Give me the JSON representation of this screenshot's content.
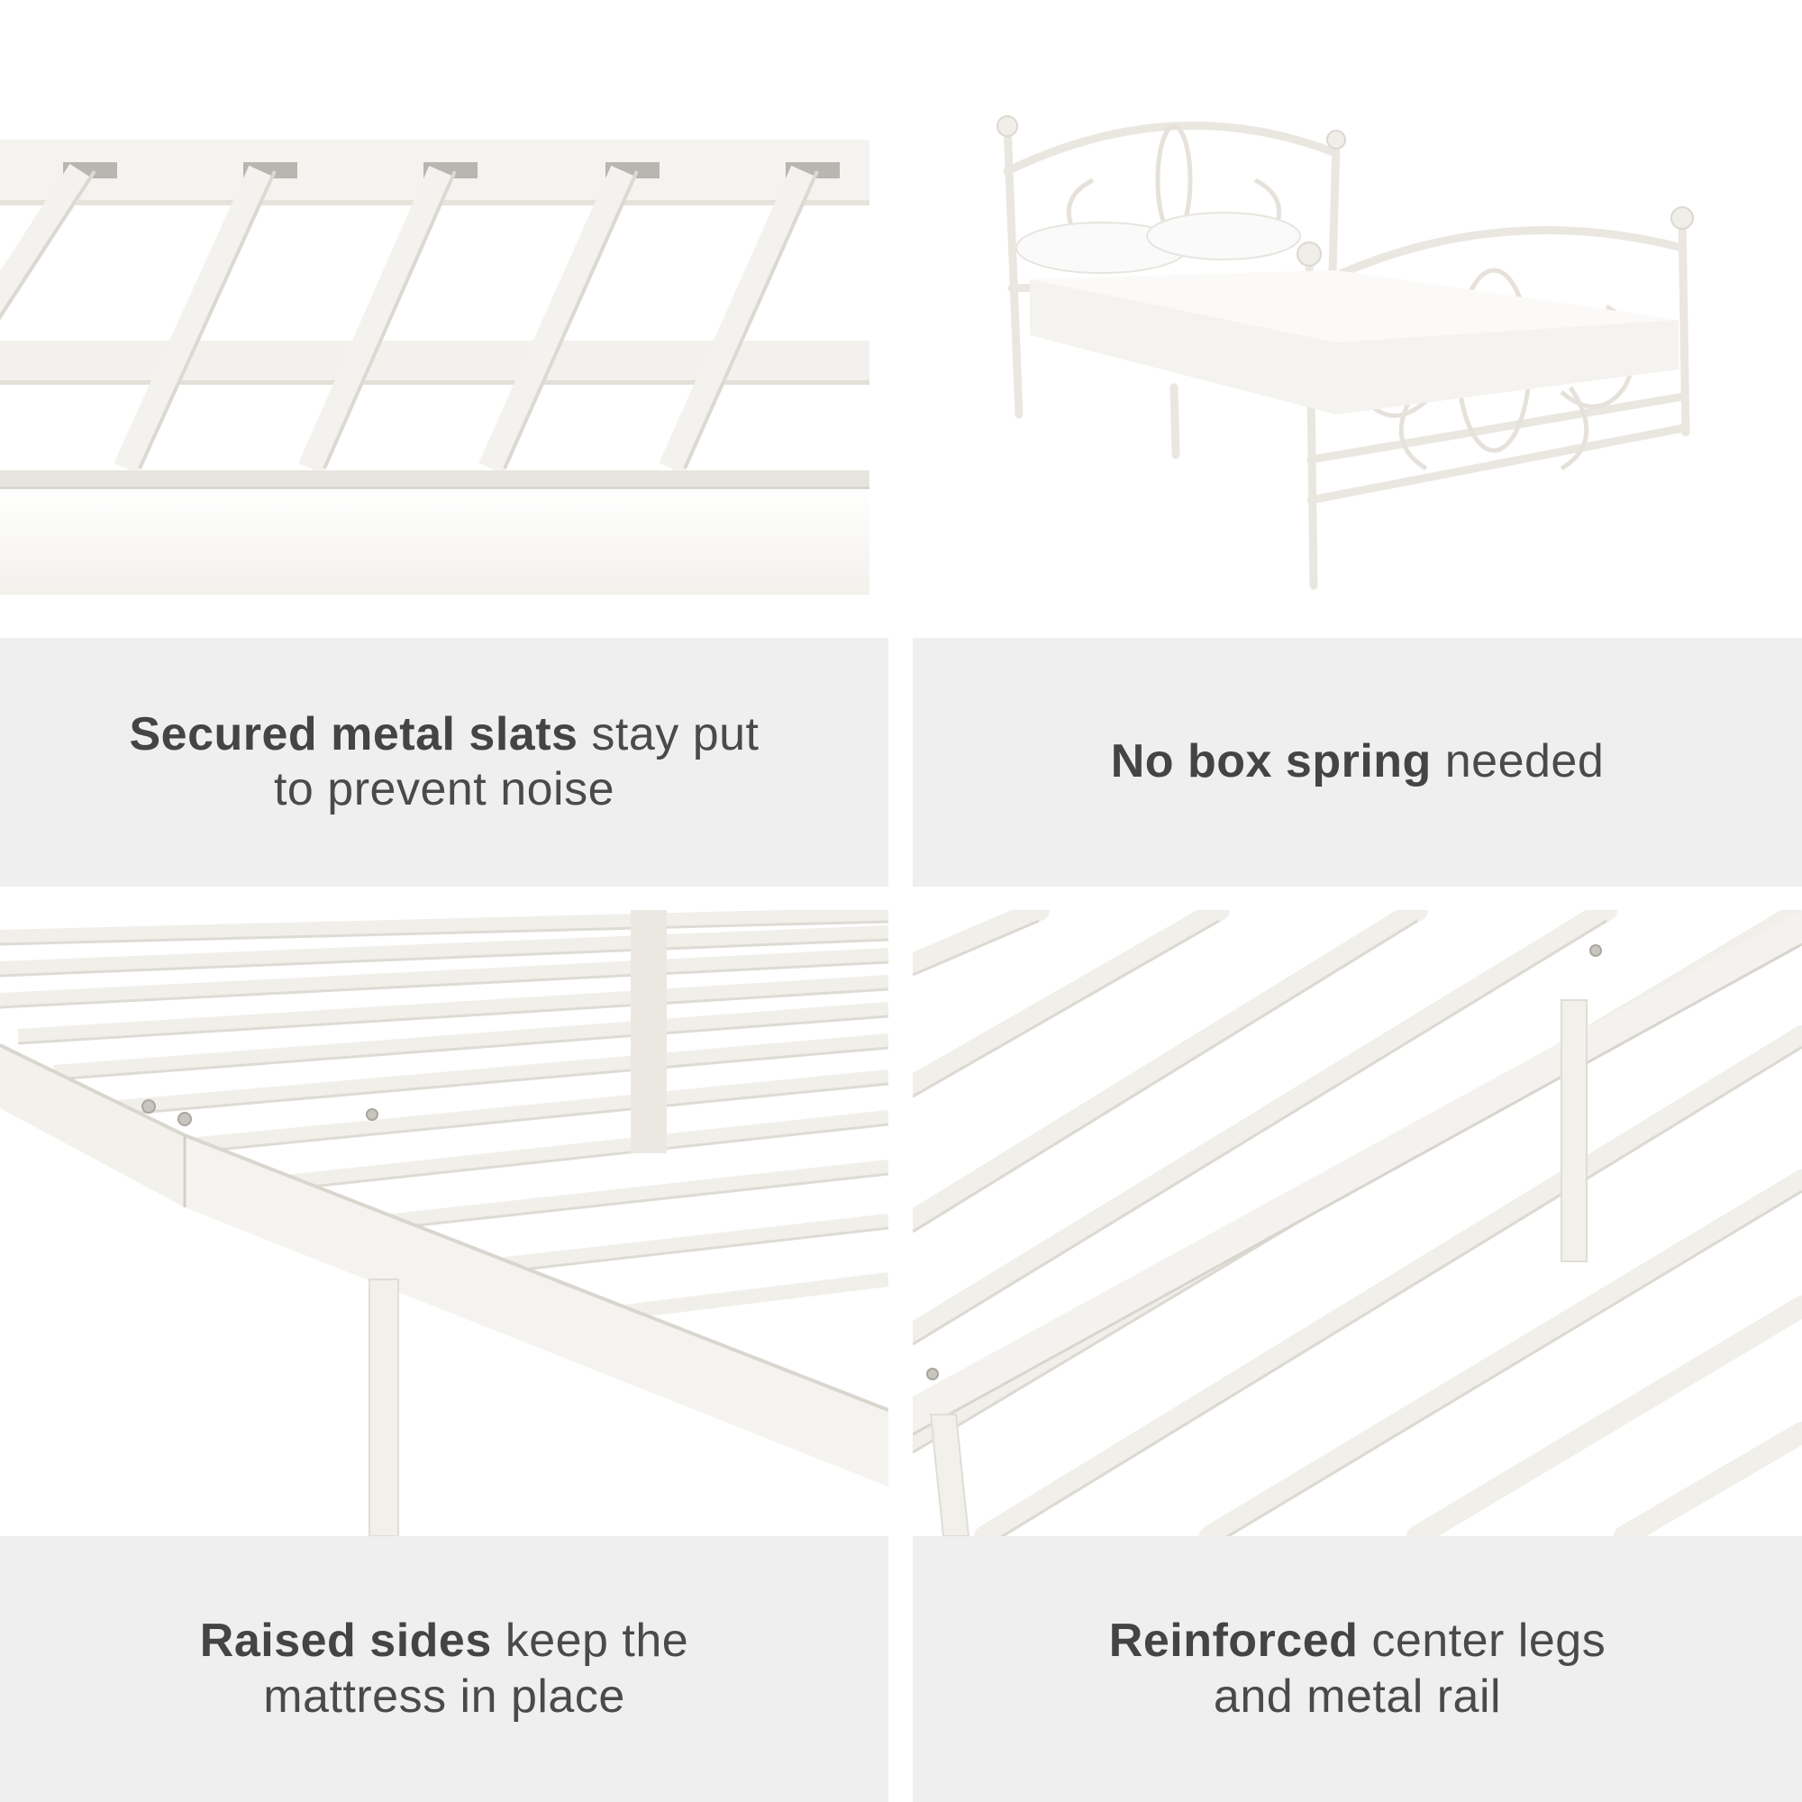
{
  "colors": {
    "background": "#ffffff",
    "caption_bg": "#efefef",
    "caption_text": "#4a4a4a",
    "metal": "#f4f2ee",
    "metal_shade": "#dedbd4"
  },
  "captions": [
    {
      "bold": "Secured metal slats",
      "rest": " stay put to prevent noise"
    },
    {
      "bold": "No box spring",
      "rest": " needed"
    },
    {
      "bold": "Raised sides",
      "rest": " keep the mattress in place"
    },
    {
      "bold": "Reinforced",
      "rest": " center legs and metal rail"
    }
  ]
}
